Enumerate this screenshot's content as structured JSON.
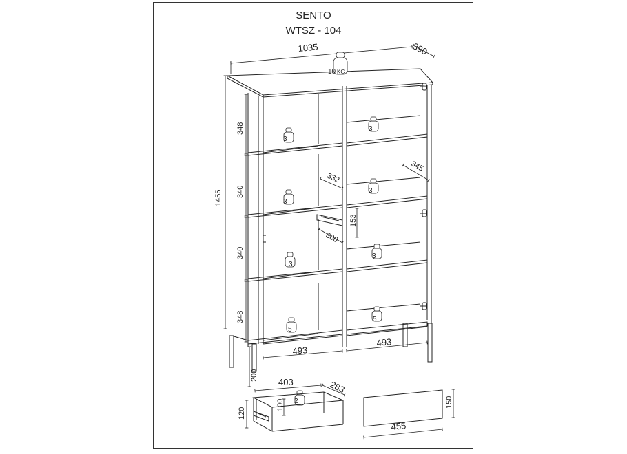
{
  "header": {
    "product_name": "SENTO",
    "model_code": "WTSZ - 104"
  },
  "dimensions": {
    "width": "1035",
    "depth": "390",
    "height": "1455",
    "shelf_height_top": "348",
    "shelf_height_upper": "340",
    "shelf_height_lower": "340",
    "shelf_height_bottom": "348",
    "shelf_depth_inner": "332",
    "shelf_depth_outer": "345",
    "drawer_front_height": "153",
    "drawer_front_depth": "300",
    "compartment_width_left": "493",
    "compartment_width_right": "493",
    "leg_height": "200",
    "drawer_width": "403",
    "drawer_depth": "283",
    "drawer_inner_height": "100",
    "drawer_outer_height": "120",
    "panel_height": "150",
    "panel_width": "455"
  },
  "loads": {
    "top": "10",
    "top_unit": "KG",
    "shelf_row1_left": "3",
    "shelf_row1_right": "3",
    "shelf_row2_left": "3",
    "shelf_row2_right": "3",
    "shelf_row3_left": "3",
    "shelf_row3_right": "3",
    "shelf_row4_left": "5",
    "shelf_row4_right": "5",
    "drawer": "2"
  }
}
